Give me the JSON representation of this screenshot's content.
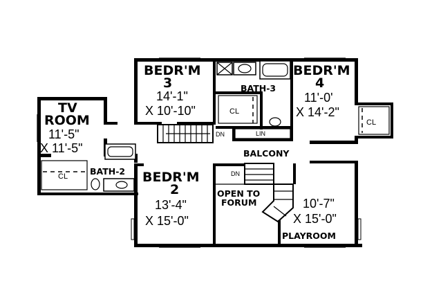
{
  "rooms": {
    "bedroom3": {
      "name1": "BEDR'M",
      "name2": "3",
      "dim1": "14'-1\"",
      "dim2": "X 10'-10\""
    },
    "bedroom4": {
      "name1": "BEDR'M",
      "name2": "4",
      "dim1": "11'-0'",
      "dim2": "X 14'-2\""
    },
    "tv_room": {
      "name1": "TV",
      "name2": "ROOM",
      "dim1": "11'-5\"",
      "dim2": "X 11'-5\""
    },
    "bedroom2": {
      "name1": "BEDR'M",
      "name2": "2",
      "dim1": "13'-4\"",
      "dim2": "X 15'-0\""
    },
    "playroom": {
      "name": "PLAYROOM",
      "dim1": "10'-7\"",
      "dim2": "X 15'-0\""
    }
  },
  "labels": {
    "bath3": "BATH-3",
    "bath2": "BATH-2",
    "balcony": "BALCONY",
    "open_to_forum_1": "OPEN TO",
    "open_to_forum_2": "FORUM",
    "closet": "CL",
    "linen": "LIN",
    "down": "DN"
  }
}
